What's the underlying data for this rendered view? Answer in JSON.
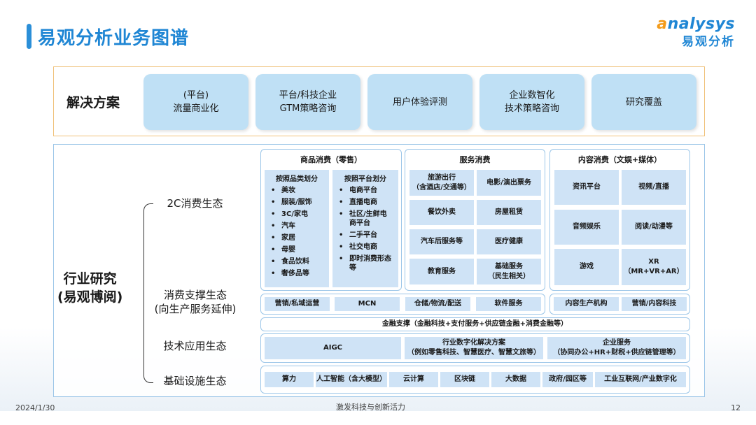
{
  "header": {
    "title": "易观分析业务图谱",
    "logo_en_prefix": "a",
    "logo_en_rest": "nalysys",
    "logo_cn": "易观分析"
  },
  "solutions": {
    "label": "解决方案",
    "cards": [
      "(平台)\n流量商业化",
      "平台/科技企业\nGTM策略咨询",
      "用户体验评测",
      "企业数智化\n技术策略咨询",
      "研究覆盖"
    ]
  },
  "industry": {
    "label": "行业研究\n(易观博阅)",
    "levels": [
      "2C消费生态",
      "消费支撑生态\n(向生产服务延伸)",
      "技术应用生态",
      "基础设施生态"
    ],
    "goods": {
      "title": "商品消费（零售）",
      "by_category": {
        "header": "按照品类划分",
        "items": [
          "美妆",
          "服装/服饰",
          "3C/家电",
          "汽车",
          "家居",
          "母婴",
          "食品饮料",
          "奢侈品等"
        ]
      },
      "by_platform": {
        "header": "按照平台划分",
        "items": [
          "电商平台",
          "直播电商",
          "社区/生鲜电\n商平台",
          "二手平台",
          "社交电商",
          "即时消费形态\n等"
        ]
      }
    },
    "services": {
      "title": "服务消费",
      "cells": [
        "旅游出行\n（含酒店/交通等）",
        "电影/演出票务",
        "餐饮外卖",
        "房屋租赁",
        "汽车后服务等",
        "医疗健康",
        "教育服务",
        "基础服务\n（民生相关）"
      ]
    },
    "content": {
      "title": "内容消费（文娱+媒体）",
      "cells": [
        "资讯平台",
        "视频/直播",
        "音频娱乐",
        "阅读/动漫等",
        "游戏",
        "XR\n（MR+VR+AR）"
      ]
    },
    "support_row": [
      "营销/私域运营",
      "MCN",
      "仓储/物流/配送",
      "软件服务",
      "内容生产机构",
      "营销/内容科技"
    ],
    "finance": "金融支撑（金融科技+支付服务+供应链金融+消费金融等）",
    "tech_row": [
      "AIGC",
      "行业数字化解决方案\n（例如零售科技、智慧医疗、智慧文旅等）",
      "企业服务\n（协同办公+HR+财税+供应链管理等）"
    ],
    "infra_row": [
      "算力",
      "人工智能（含大模型）",
      "云计算",
      "区块链",
      "大数据",
      "政府/园区等",
      "工业互联网/产业数字化"
    ]
  },
  "footer": {
    "date": "2024/1/30",
    "slogan": "激发科技与创新活力",
    "page": "12"
  },
  "colors": {
    "brand_blue": "#1f86d4",
    "logo_orange": "#f39b1a",
    "card_blue": "#bfe0f5",
    "cell_blue": "#cfe3f6",
    "solution_border": "#f0c27a",
    "panel_border": "#9cc6e8"
  }
}
